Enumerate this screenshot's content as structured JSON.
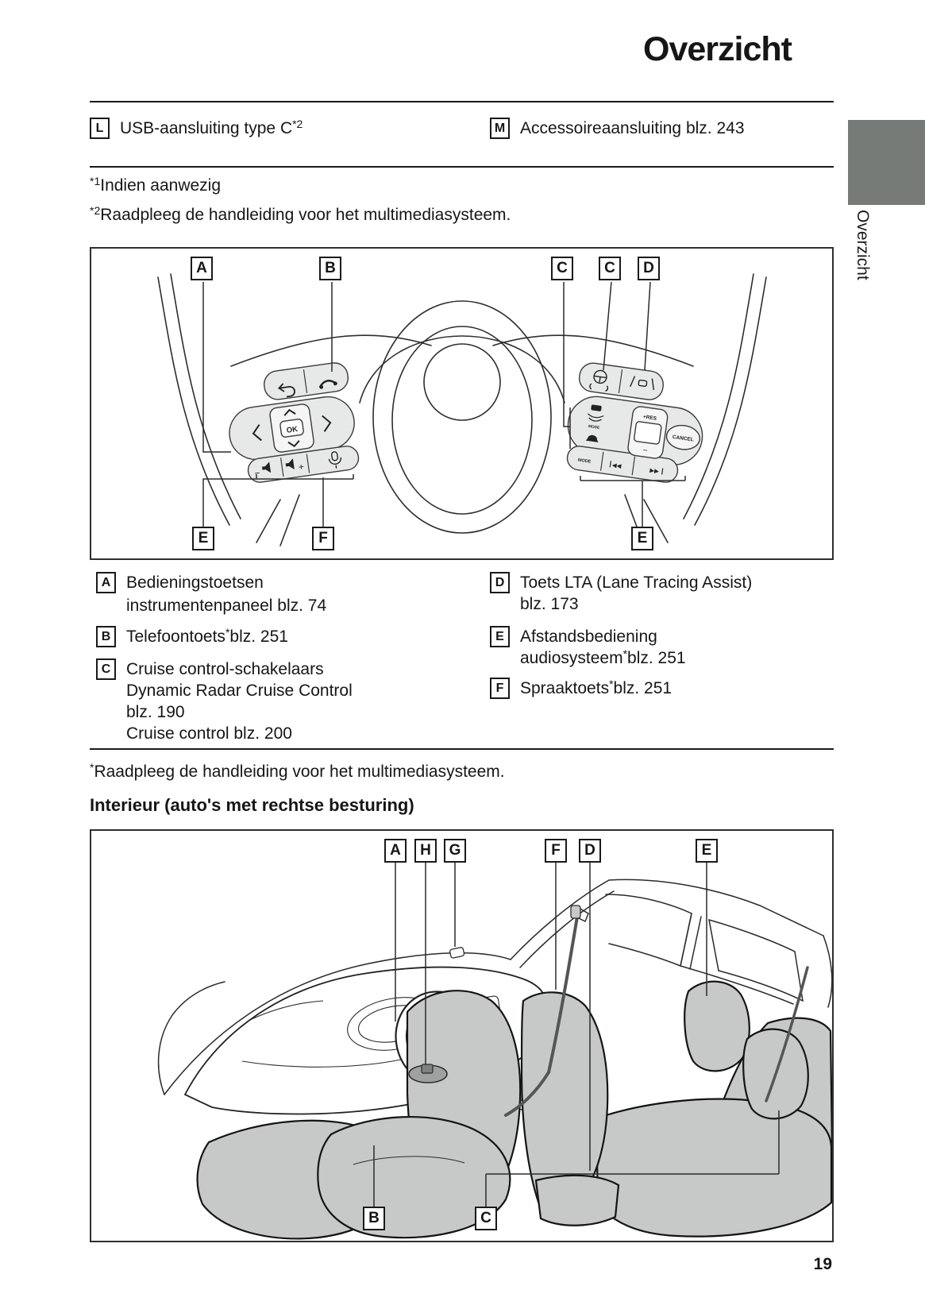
{
  "header": {
    "title": "Overzicht"
  },
  "sidebar": {
    "tab_label": "Overzicht",
    "square_color": "#767b77"
  },
  "connector_row": {
    "items": [
      {
        "key": "L",
        "text": "USB-aansluiting type C",
        "sup": "*2",
        "post": ""
      },
      {
        "key": "M",
        "text": "Accessoireaansluiting blz. 243",
        "sup": "",
        "post": ""
      }
    ]
  },
  "footnotes_top": [
    {
      "sup": "*1",
      "text": "Indien aanwezig"
    },
    {
      "sup": "*2",
      "text": "Raadpleeg de handleiding voor het multimediasysteem."
    }
  ],
  "wheel_diagram": {
    "labels_top": [
      "A",
      "B",
      "C",
      "C",
      "D"
    ],
    "labels_bottom": [
      "E",
      "F",
      "E"
    ],
    "buttons": {
      "ok": "OK",
      "res": "+RES",
      "cancel": "CANCEL",
      "mode_left": "MODE",
      "mode_bottom": "MODE",
      "prev": "◀◀",
      "next": "▶▶",
      "minus": "−",
      "plus": "+",
      "vol_minus": "−"
    }
  },
  "legend_left": [
    {
      "key": "A",
      "lines": [
        {
          "pre": "Bedieningstoetsen",
          "sup": "",
          "post": ""
        },
        {
          "pre": "instrumentenpaneel blz. 74",
          "sup": "",
          "post": ""
        }
      ]
    },
    {
      "key": "B",
      "lines": [
        {
          "pre": "Telefoontoets",
          "sup": "*",
          "post": "blz. 251"
        }
      ]
    },
    {
      "key": "C",
      "lines": [
        {
          "pre": "Cruise control-schakelaars",
          "sup": "",
          "post": ""
        },
        {
          "pre": "Dynamic Radar Cruise Control",
          "sup": "",
          "post": ""
        },
        {
          "pre": "blz. 190",
          "sup": "",
          "post": ""
        },
        {
          "pre": "Cruise control blz. 200",
          "sup": "",
          "post": ""
        }
      ]
    }
  ],
  "legend_right": [
    {
      "key": "D",
      "lines": [
        {
          "pre": "Toets LTA (Lane Tracing Assist)",
          "sup": "",
          "post": ""
        },
        {
          "pre": "blz. 173",
          "sup": "",
          "post": ""
        }
      ]
    },
    {
      "key": "E",
      "lines": [
        {
          "pre": "Afstandsbediening",
          "sup": "",
          "post": ""
        },
        {
          "pre": "audiosysteem",
          "sup": "*",
          "post": "blz. 251"
        }
      ]
    },
    {
      "key": "F",
      "lines": [
        {
          "pre": "Spraaktoets",
          "sup": "*",
          "post": "blz. 251"
        }
      ]
    }
  ],
  "footnote_mid": {
    "sup": "*",
    "text": "Raadpleeg de handleiding voor het multimediasysteem."
  },
  "interior": {
    "heading": "Interieur (auto's met rechtse besturing)",
    "labels_top": [
      "A",
      "H",
      "G",
      "F",
      "D",
      "E"
    ],
    "labels_bottom": [
      "B",
      "C"
    ]
  },
  "page_number": "19"
}
